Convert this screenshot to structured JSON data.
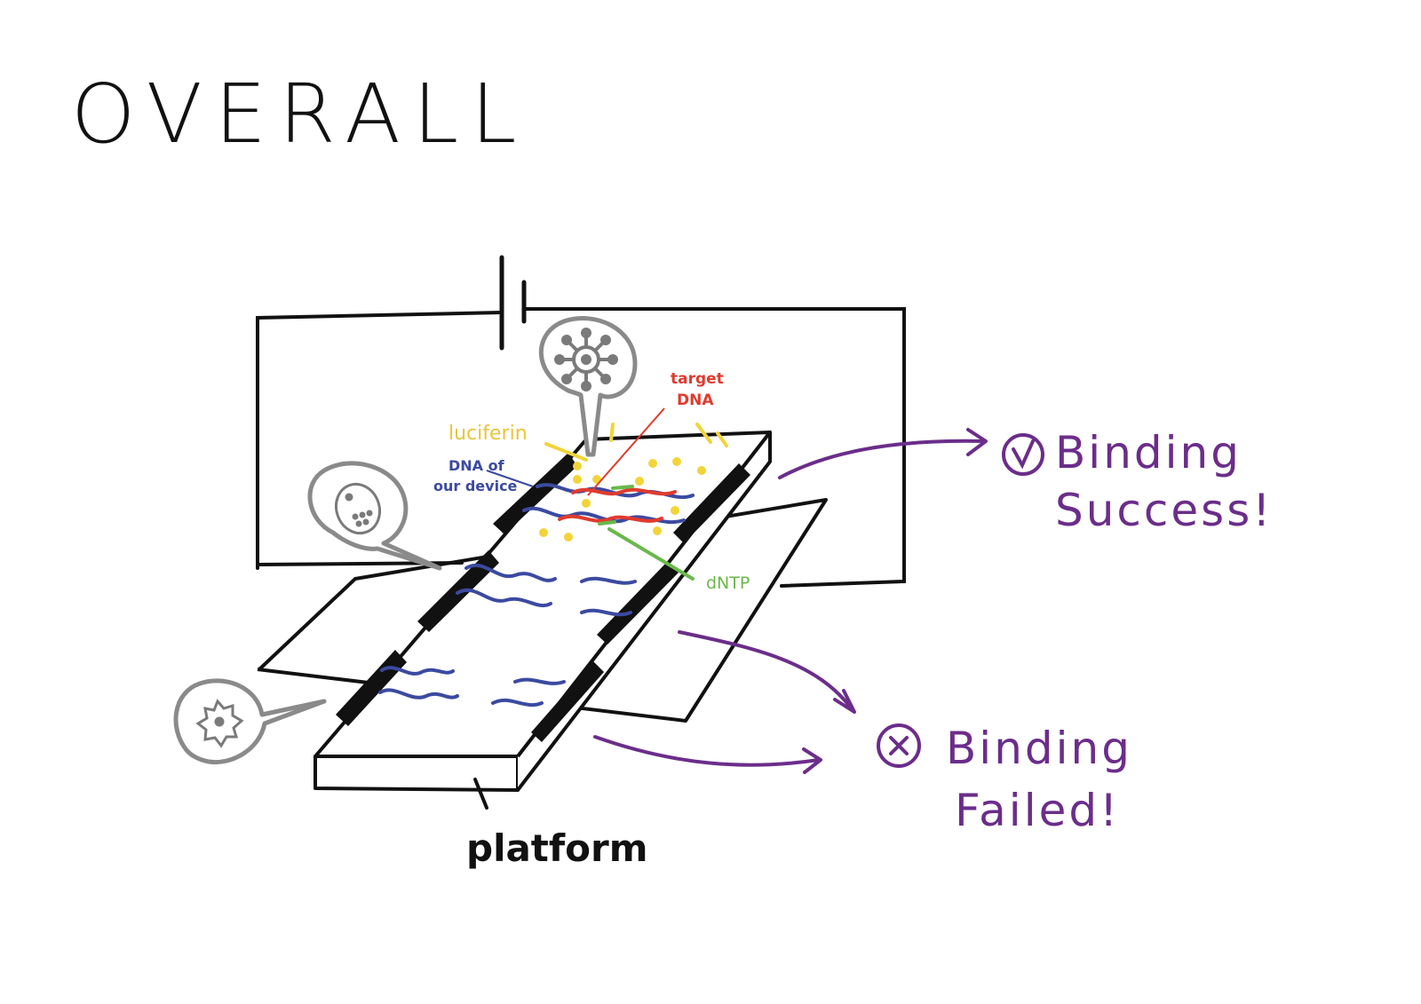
{
  "title": "OVERALL",
  "labels": {
    "target_dna_line1": "target",
    "target_dna_line2": "DNA",
    "luciferin": "luciferin",
    "dna_device_line1": "DNA of",
    "dna_device_line2": "our device",
    "dntp": "dNTP",
    "platform": "platform"
  },
  "outcomes": {
    "success": {
      "line1": "Binding",
      "line2": "Success!",
      "icon": "check-circle-icon"
    },
    "failed": {
      "line1": "Binding",
      "line2": "Failed!",
      "icon": "x-circle-icon"
    }
  },
  "colors": {
    "ink": "#111111",
    "purple": "#6b2d8a",
    "red": "#e03b2e",
    "blue": "#3b4aa0",
    "yellow": "#f2d43a",
    "green": "#6ab84a",
    "gray": "#8a8a8a"
  }
}
